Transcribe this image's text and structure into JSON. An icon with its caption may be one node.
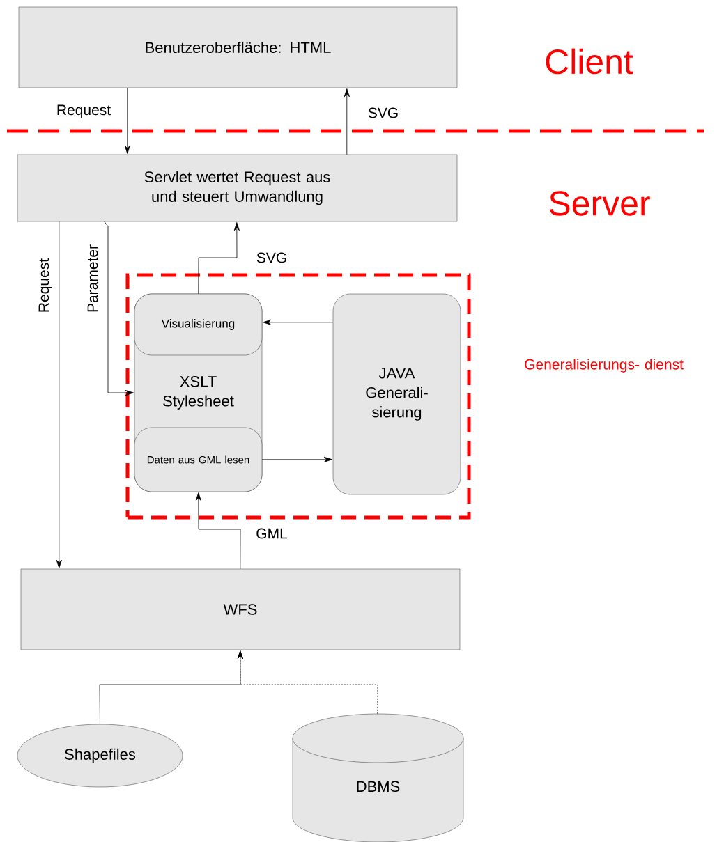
{
  "diagram": {
    "nodes": [
      {
        "text": [
          "Benutzeroberfläche: HTML"
        ]
      },
      {
        "text": [
          "Servlet wertet Request aus und steuert Umwandlung"
        ]
      },
      {
        "text": [
          "Generalisierungs- dienst"
        ]
      },
      {
        "text": [
          "XSLT Stylesheet"
        ],
        "in": 2
      },
      {
        "text": [
          "Visualisierung"
        ],
        "in": 3
      },
      {
        "text": [
          "Daten aus GML lesen"
        ],
        "in": 3
      },
      {
        "text": [
          "JAVA Generali- sierung"
        ],
        "in": 2
      },
      {
        "text": [
          "WFS"
        ]
      },
      {
        "text": [
          "Shapefiles"
        ]
      },
      {
        "text": [
          "DBMS"
        ]
      }
    ],
    "edges": [
      {
        "from": 0,
        "to": 1,
        "arrow": "to",
        "label": "Request"
      },
      {
        "from": 1,
        "to": 0,
        "arrow": "to",
        "label": "SVG"
      },
      {
        "from": 1,
        "to": 7,
        "arrow": "to",
        "label": "Request"
      },
      {
        "from": 1,
        "to": 3,
        "arrow": "to",
        "label": "Parameter"
      },
      {
        "from": 4,
        "to": 1,
        "arrow": "to",
        "label": "SVG"
      },
      {
        "from": 6,
        "to": 4,
        "arrow": "to"
      },
      {
        "from": 5,
        "to": 6,
        "arrow": "to"
      },
      {
        "from": 7,
        "to": 5,
        "arrow": "to",
        "label": "GML"
      },
      {
        "from": 8,
        "to": 7,
        "arrow": "to"
      },
      {
        "from": 9,
        "to": 7,
        "arrow": "to",
        "style": "dashed"
      }
    ],
    "labels": [
      "Client",
      "Server"
    ]
  }
}
